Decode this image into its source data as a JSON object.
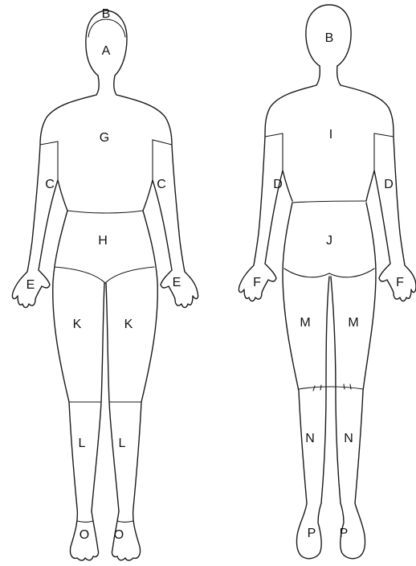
{
  "front": {
    "labels": {
      "A": "A",
      "B": "B",
      "C": "C",
      "E": "E",
      "G": "G",
      "H": "H",
      "K": "K",
      "L": "L",
      "O": "O"
    }
  },
  "back": {
    "labels": {
      "B": "B",
      "D": "D",
      "F": "F",
      "I": "I",
      "J": "J",
      "M": "M",
      "N": "N",
      "P": "P"
    }
  },
  "colors": {
    "line": "#1a1a1a",
    "background": "#ffffff"
  }
}
